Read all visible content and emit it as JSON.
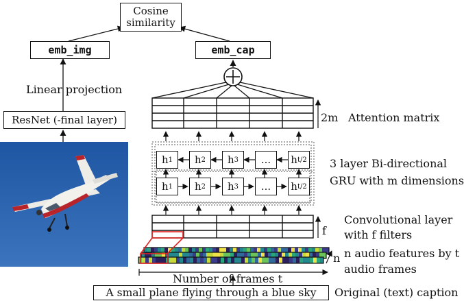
{
  "cosine": {
    "line1": "Cosine",
    "line2": "similarity"
  },
  "emb_img": "emb_img",
  "emb_cap": "emb_cap",
  "linear_projection": "Linear projection",
  "resnet": "ResNet (-final layer)",
  "attention": {
    "dim": "2m",
    "label": "Attention matrix"
  },
  "gru": {
    "cells": [
      "h",
      "h",
      "h",
      "...",
      "h"
    ],
    "subs": [
      "1",
      "2",
      "3",
      "",
      "t/2"
    ],
    "label_line1": "3 layer Bi-directional",
    "label_line2": "GRU with m dimensions"
  },
  "conv": {
    "dim": "f",
    "label_line1": "Convolutional layer",
    "label_line2": "with f filters"
  },
  "audio": {
    "dim": "n",
    "label_line1": "n audio features by t",
    "label_line2": "audio frames"
  },
  "frames_label": "Number of frames t",
  "caption": {
    "text": "A small plane flying through a blue sky",
    "label": "Original (text) caption"
  },
  "colors": {
    "sky": "#2a5fa8",
    "plane": "#ecebe6",
    "plane_stripe": "#b8242a",
    "box_line": "#111111",
    "highlight": "#e02020"
  }
}
